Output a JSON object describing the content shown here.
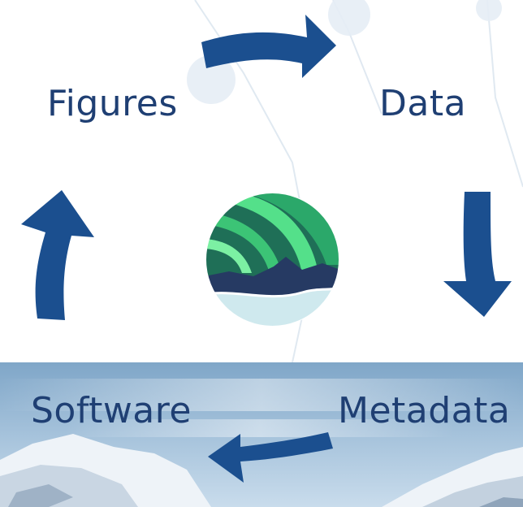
{
  "diagram": {
    "nodes": [
      {
        "id": "figures",
        "label": "Figures"
      },
      {
        "id": "data",
        "label": "Data"
      },
      {
        "id": "metadata",
        "label": "Metadata"
      },
      {
        "id": "software",
        "label": "Software"
      }
    ],
    "cycle": [
      "figures",
      "data",
      "metadata",
      "software"
    ],
    "arrow_color": "#1b4f8f",
    "label_color": "#1f3f73"
  },
  "logo": {
    "icon": "aurora-mountain-logo-icon",
    "colors": {
      "aurora_green": "#3fcf6e",
      "aurora_dark": "#1e7a55",
      "mountain": "#263a63",
      "snow": "#cfe9ee"
    }
  },
  "background": {
    "photo": "snowy-mountains-sky-photo",
    "sky_color": "#8fb3d3"
  }
}
